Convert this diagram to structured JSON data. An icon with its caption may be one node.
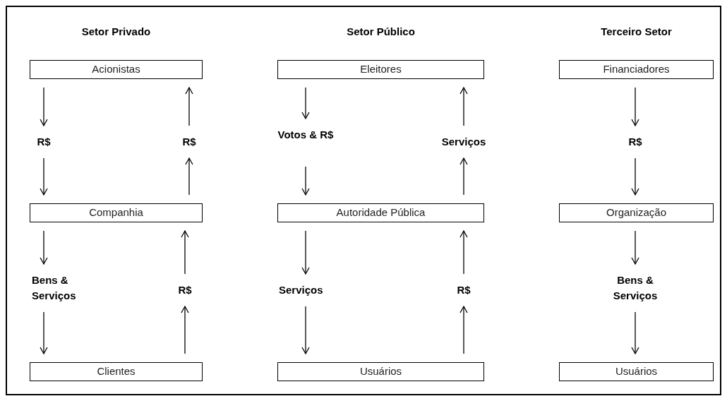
{
  "diagram": {
    "nodes": [
      {
        "text": [
          "Acionistas"
        ]
      },
      {
        "text": [
          "Eleitores"
        ]
      },
      {
        "text": [
          "Financiadores"
        ]
      },
      {
        "text": [
          "R$"
        ]
      },
      {
        "text": [
          "R$"
        ]
      },
      {
        "text": [
          "Votos & R$"
        ]
      },
      {
        "text": [
          "Serviços"
        ]
      },
      {
        "text": [
          "R$"
        ]
      },
      {
        "text": [
          "Companhia"
        ]
      },
      {
        "text": [
          "Autoridade Pública"
        ]
      },
      {
        "text": [
          "Organização"
        ]
      },
      {
        "text": [
          "Bens & Serviços"
        ]
      },
      {
        "text": [
          "R$"
        ]
      },
      {
        "text": [
          "Serviços"
        ]
      },
      {
        "text": [
          "R$"
        ]
      },
      {
        "text": [
          "Bens & Serviços"
        ]
      },
      {
        "text": [
          "Clientes"
        ]
      },
      {
        "text": [
          "Usuários"
        ]
      },
      {
        "text": [
          "Usuários"
        ]
      }
    ],
    "edges": [
      {
        "from": 0,
        "to": 3,
        "arrow": "to"
      },
      {
        "from": 3,
        "to": 8,
        "arrow": "to"
      },
      {
        "from": 8,
        "to": 4,
        "arrow": "to"
      },
      {
        "from": 4,
        "to": 0,
        "arrow": "to"
      },
      {
        "from": 1,
        "to": 5,
        "arrow": "to"
      },
      {
        "from": 5,
        "to": 9,
        "arrow": "to"
      },
      {
        "from": 9,
        "to": 6,
        "arrow": "to"
      },
      {
        "from": 6,
        "to": 1,
        "arrow": "to"
      },
      {
        "from": 2,
        "to": 7,
        "arrow": "to"
      },
      {
        "from": 7,
        "to": 10,
        "arrow": "to"
      },
      {
        "from": 8,
        "to": 11,
        "arrow": "to"
      },
      {
        "from": 11,
        "to": 16,
        "arrow": "to"
      },
      {
        "from": 16,
        "to": 12,
        "arrow": "to"
      },
      {
        "from": 12,
        "to": 8,
        "arrow": "to"
      },
      {
        "from": 9,
        "to": 13,
        "arrow": "to"
      },
      {
        "from": 13,
        "to": 17,
        "arrow": "to"
      },
      {
        "from": 17,
        "to": 14,
        "arrow": "to"
      },
      {
        "from": 14,
        "to": 9,
        "arrow": "to"
      },
      {
        "from": 10,
        "to": 15,
        "arrow": "to"
      },
      {
        "from": 15,
        "to": 18,
        "arrow": "to"
      }
    ],
    "labels": [
      "Setor Privado",
      "Setor Público",
      "Terceiro Setor"
    ]
  }
}
